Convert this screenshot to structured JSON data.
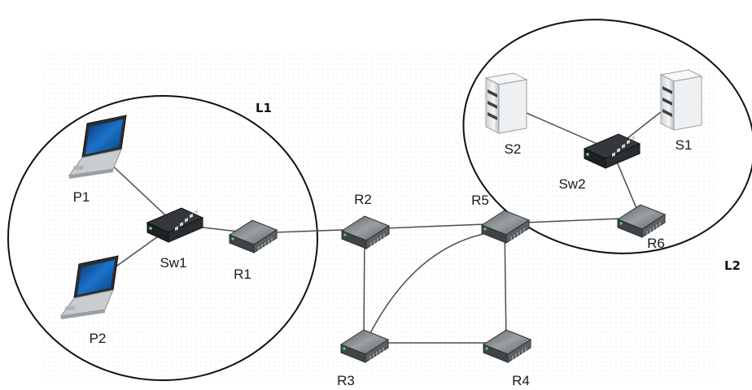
{
  "zones": [
    {
      "id": "L1",
      "label": "L1"
    },
    {
      "id": "L2",
      "label": "L2"
    }
  ],
  "nodes": [
    {
      "id": "P1",
      "label": "P1",
      "kind": "laptop-icon"
    },
    {
      "id": "P2",
      "label": "P2",
      "kind": "laptop-icon"
    },
    {
      "id": "Sw1",
      "label": "Sw1",
      "kind": "switch-icon"
    },
    {
      "id": "R1",
      "label": "R1",
      "kind": "router-icon"
    },
    {
      "id": "R2",
      "label": "R2",
      "kind": "router-icon"
    },
    {
      "id": "R3",
      "label": "R3",
      "kind": "router-icon"
    },
    {
      "id": "R4",
      "label": "R4",
      "kind": "router-icon"
    },
    {
      "id": "R5",
      "label": "R5",
      "kind": "router-icon"
    },
    {
      "id": "R6",
      "label": "R6",
      "kind": "router-icon"
    },
    {
      "id": "Sw2",
      "label": "Sw2",
      "kind": "switch-icon"
    },
    {
      "id": "S1",
      "label": "S1",
      "kind": "server-icon"
    },
    {
      "id": "S2",
      "label": "S2",
      "kind": "server-icon"
    }
  ],
  "links": [
    [
      "P1",
      "Sw1"
    ],
    [
      "P2",
      "Sw1"
    ],
    [
      "Sw1",
      "R1"
    ],
    [
      "R1",
      "R2"
    ],
    [
      "R2",
      "R5"
    ],
    [
      "R2",
      "R3"
    ],
    [
      "R3",
      "R5"
    ],
    [
      "R3",
      "R4"
    ],
    [
      "R4",
      "R5"
    ],
    [
      "R5",
      "R6"
    ],
    [
      "R6",
      "Sw2"
    ],
    [
      "Sw2",
      "S1"
    ],
    [
      "Sw2",
      "S2"
    ]
  ],
  "colors": {
    "link": "#4d4d4d",
    "zone_border": "#111111",
    "router_top": "#8a8f93",
    "router_side": "#3f4447",
    "switch_body": "#1e2124",
    "laptop_screen": "#1a73c9",
    "laptop_body": "#c9cdd0",
    "server_body": "#e6e8ea"
  }
}
